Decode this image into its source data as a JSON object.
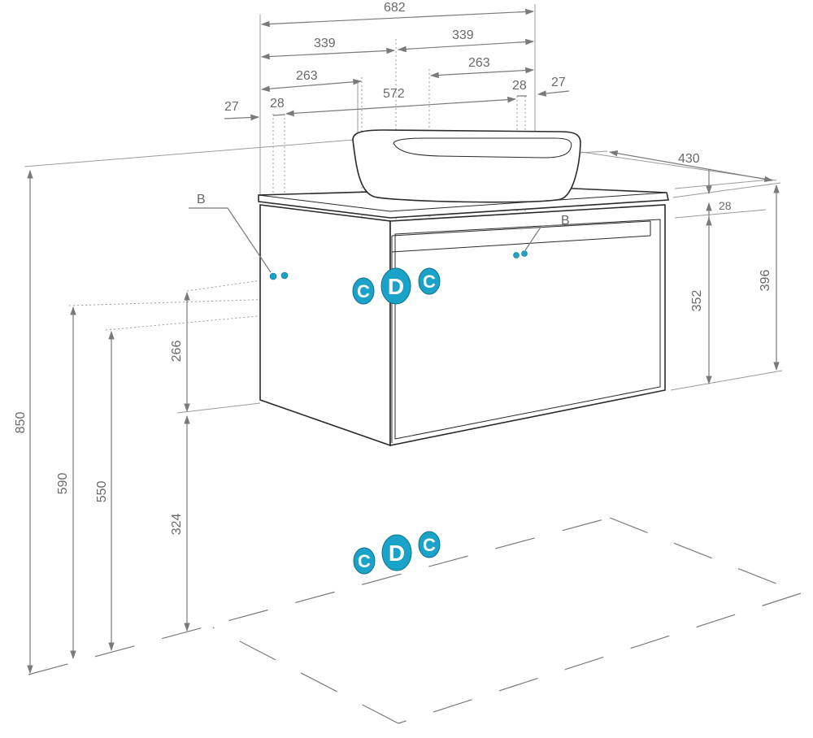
{
  "dimensions": {
    "top_total": "682",
    "top_half_left": "339",
    "top_half_right": "339",
    "inner_left": "263",
    "inner_right": "263",
    "outlet_span": "572",
    "edge_left": "27",
    "offset_left": "28",
    "edge_right": "27",
    "offset_right": "28",
    "depth": "430",
    "top_thickness": "28",
    "cabinet_height": "396",
    "drawer_height": "352",
    "total_height": "850",
    "height_590": "590",
    "height_550": "550",
    "height_266": "266",
    "height_324": "324"
  },
  "markers": {
    "b_left": "B",
    "b_right": "B"
  },
  "connections": {
    "upper": [
      "C",
      "D",
      "C"
    ],
    "lower": [
      "C",
      "D",
      "C"
    ]
  },
  "colors": {
    "connection": "#1aa2c9",
    "outline": "#2a2a2a",
    "dimension": "#7a7a7a"
  }
}
